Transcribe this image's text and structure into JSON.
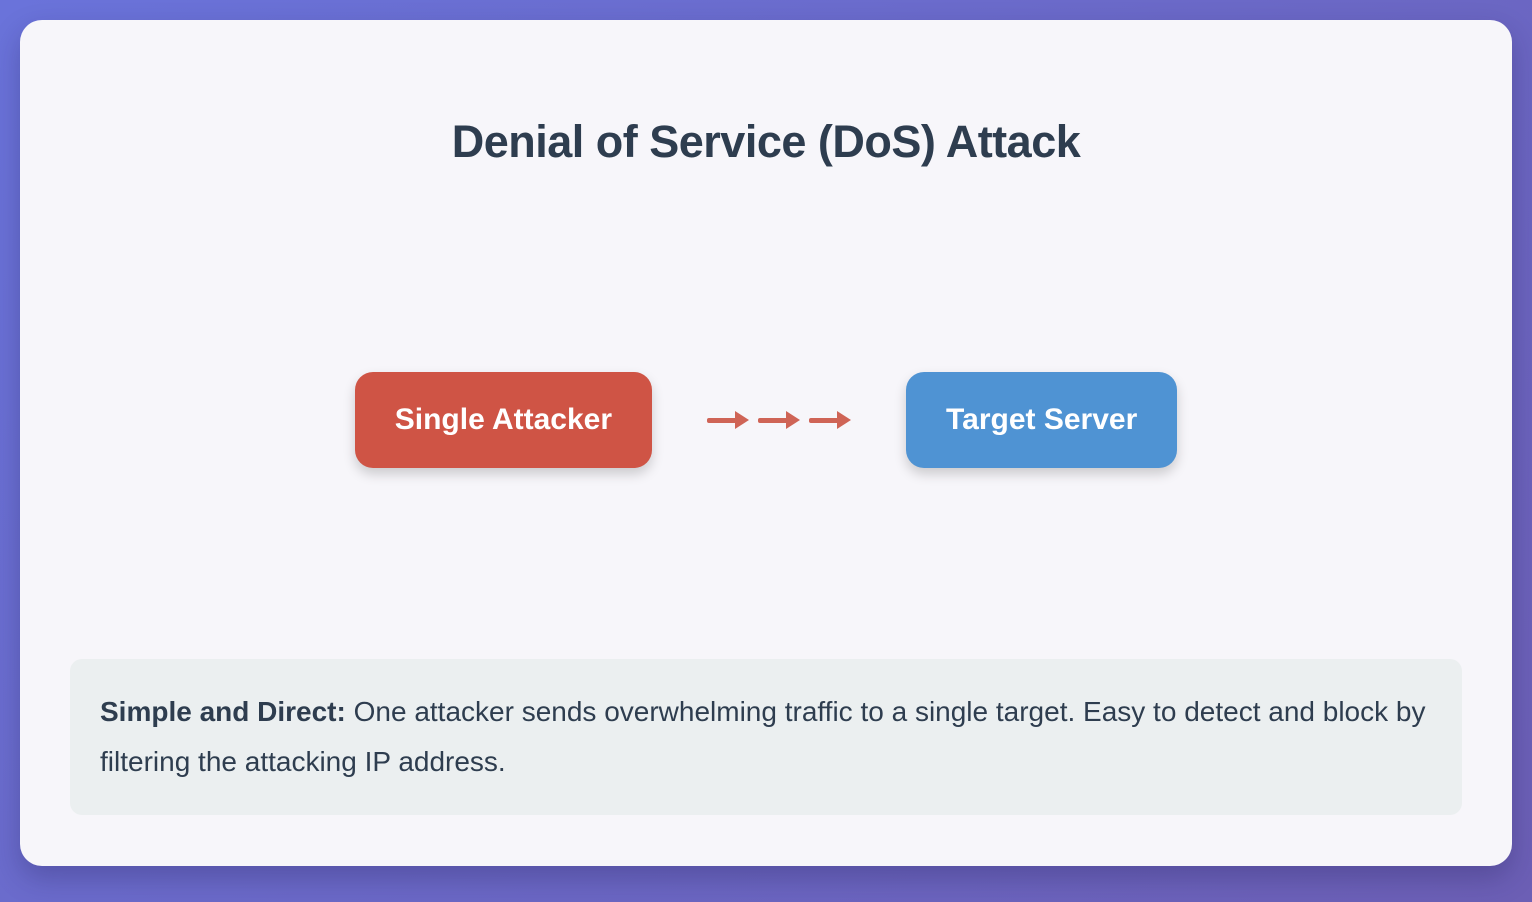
{
  "page": {
    "title": "Denial of Service (DoS) Attack"
  },
  "diagram": {
    "attacker": {
      "label": "Single Attacker",
      "color": "#cf5445"
    },
    "target": {
      "label": "Target Server",
      "color": "#4f93d3"
    },
    "arrows": {
      "icon": "arrow-right-icon",
      "count": 3,
      "color": "#cf6456",
      "direction": "attacker-to-target"
    }
  },
  "description": {
    "lead": "Simple and Direct:",
    "body": "One attacker sends overwhelming traffic to a single target. Easy to detect and block by filtering the attacking IP address."
  },
  "colors": {
    "background_gradient_start": "#6a73da",
    "background_gradient_end": "#6c5fb5",
    "card_background": "#f7f6fa",
    "panel_background": "#ebeff0",
    "text": "#2e3d4f"
  }
}
